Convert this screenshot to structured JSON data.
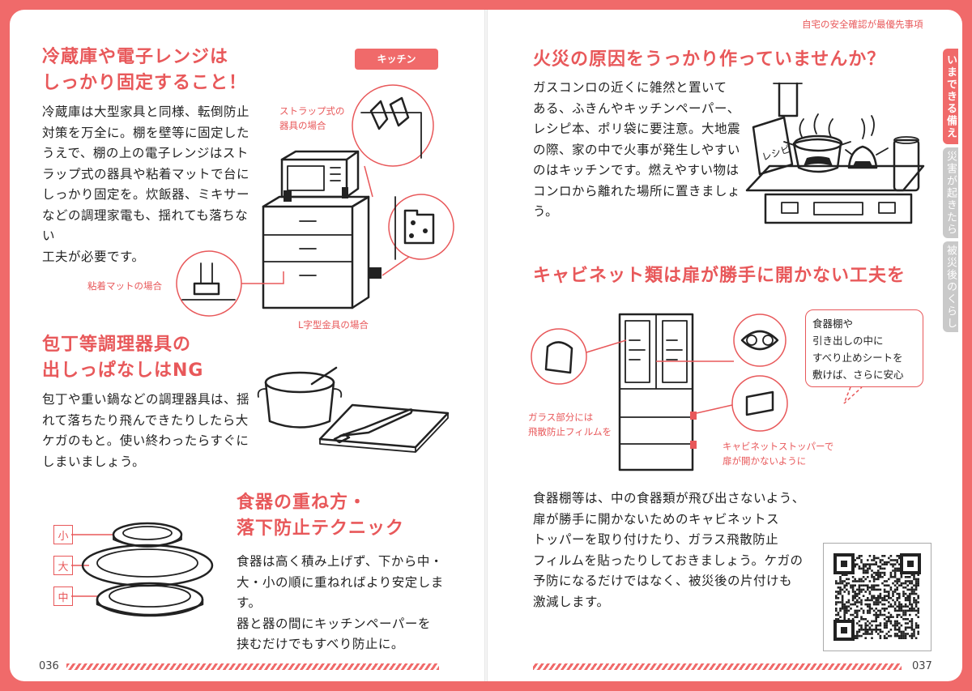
{
  "header": {
    "running_title": "自宅の安全確認が最優先事項"
  },
  "side_tabs": [
    {
      "label": "いまできる備え",
      "active": true
    },
    {
      "label": "災害が起きたら",
      "active": false
    },
    {
      "label": "被災後のくらし",
      "active": false
    }
  ],
  "left": {
    "fridge": {
      "heading_line1": "冷蔵庫や電子レンジは",
      "heading_line2": "しっかり固定すること！",
      "body": [
        "冷蔵庫は大型家具と同様、転倒防止",
        "対策を万全に。棚を壁等に固定した",
        "うえで、棚の上の電子レンジはスト",
        "ラップ式の器具や粘着マットで台に",
        "しっかり固定を。炊飯器、ミキサー",
        "などの調理家電も、揺れても落ちない",
        "工夫が必要です。"
      ],
      "tag": "キッチン",
      "caption_strap": [
        "ストラップ式の",
        "器具の場合"
      ],
      "caption_mat": "粘着マットの場合",
      "caption_bracket": "L字型金具の場合"
    },
    "knife": {
      "heading_line1": "包丁等調理器具の",
      "heading_line2": "出しっぱなしはNG",
      "body": [
        "包丁や重い鍋などの調理器具は、揺",
        "れて落ちたり飛んできたりしたら大",
        "ケガのもと。使い終わったらすぐに",
        "しまいましょう。"
      ]
    },
    "dishes": {
      "heading_line1": "食器の重ね方・",
      "heading_line2": "落下防止テクニック",
      "body": [
        "食器は高く積み上げず、下から中・",
        "大・小の順に重ねればより安定します。",
        "器と器の間にキッチンペーパーを",
        "挟むだけでもすべり防止に。"
      ],
      "sizes": [
        "小",
        "大",
        "中"
      ]
    },
    "page_number": "036"
  },
  "right": {
    "fire": {
      "heading": "火災の原因をうっかり作っていませんか？",
      "body": [
        "ガスコンロの近くに雑然と置いて",
        "ある、ふきんやキッチンペーパー、",
        "レシピ本、ポリ袋に要注意。大地震",
        "の際、家の中で火事が発生しやすい",
        "のはキッチンです。燃えやすい物は",
        "コンロから離れた場所に置きましょう。"
      ],
      "recipe_label": "レシピ"
    },
    "cabinet": {
      "heading": "キャビネット類は扉が勝手に開かない工夫を",
      "bubble": [
        "食器棚や",
        "引き出しの中に",
        "すべり止めシートを",
        "敷けば、さらに安心"
      ],
      "caption_film": [
        "ガラス部分には",
        "飛散防止フィルムを"
      ],
      "caption_stopper": [
        "キャビネットストッパーで",
        "扉が開かないように"
      ],
      "body": [
        "食器棚等は、中の食器類が飛び出さないよう、",
        "扉が勝手に開かないためのキャビネットス",
        "トッパーを取り付けたり、ガラス飛散防止",
        "フィルムを貼ったりしておきましょう。ケガの",
        "予防になるだけではなく、被災後の片付けも",
        "激減します。"
      ]
    },
    "page_number": "037"
  },
  "colors": {
    "accent": "#f06a6a",
    "heading": "#e8585a",
    "inactive_tab": "#c9c9c9"
  }
}
